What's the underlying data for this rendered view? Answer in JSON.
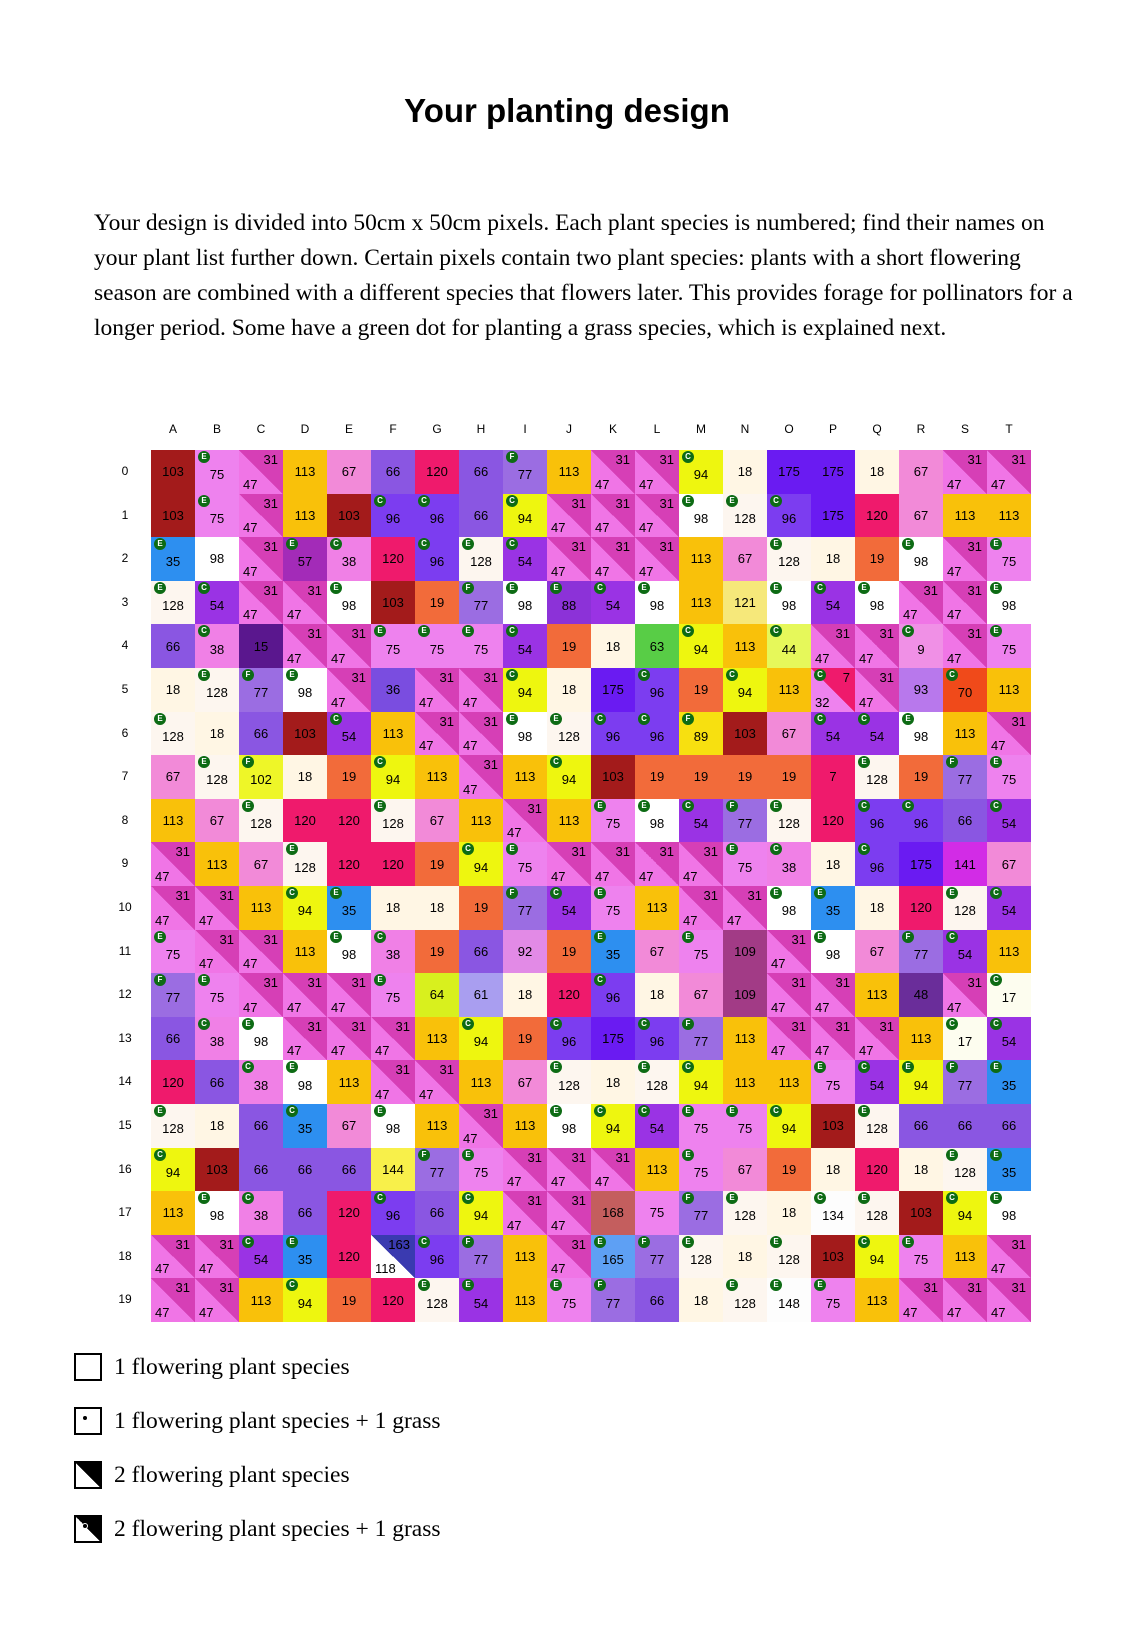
{
  "title": "Your planting design",
  "intro": "Your design is divided into 50cm x 50cm pixels. Each plant species is numbered; find their names on your plant list further down. Certain pixels contain two plant species: plants with a short flowering season are combined with a different species that flowers later. This provides forage for pollinators for a longer period. Some have a green dot for planting a grass species, which is explained next.",
  "grid": {
    "columns": [
      "A",
      "B",
      "C",
      "D",
      "E",
      "F",
      "G",
      "H",
      "I",
      "J",
      "K",
      "L",
      "M",
      "N",
      "O",
      "P",
      "Q",
      "R",
      "S",
      "T"
    ],
    "rows": [
      "0",
      "1",
      "2",
      "3",
      "4",
      "5",
      "6",
      "7",
      "8",
      "9",
      "10",
      "11",
      "12",
      "13",
      "14",
      "15",
      "16",
      "17",
      "18",
      "19"
    ],
    "cells": [
      [
        "103",
        "E 75",
        "31/47",
        "113",
        "67",
        "66",
        "120",
        "66",
        "F 77",
        "113",
        "31/47",
        "31/47",
        "C 94",
        "18",
        "175",
        "175",
        "18",
        "67",
        "31/47",
        "31/47"
      ],
      [
        "103",
        "E 75",
        "31/47",
        "113",
        "103",
        "C 96",
        "C 96",
        "66",
        "C 94",
        "31/47",
        "31/47",
        "31/47",
        "E 98",
        "E 128",
        "C 96",
        "175",
        "120",
        "67",
        "113",
        "113"
      ],
      [
        "E 35",
        "98",
        "31/47",
        "E 57",
        "C 38",
        "120",
        "C 96",
        "E 128",
        "C 54",
        "31/47",
        "31/47",
        "31/47",
        "113",
        "67",
        "E 128",
        "18",
        "19",
        "E 98",
        "31/47",
        "E 75"
      ],
      [
        "E 128",
        "C 54",
        "31/47",
        "31/47",
        "E 98",
        "103",
        "19",
        "F 77",
        "E 98",
        "E 88",
        "C 54",
        "E 98",
        "113",
        "121",
        "E 98",
        "C 54",
        "E 98",
        "31/47",
        "31/47",
        "E 98"
      ],
      [
        "66",
        "C 38",
        "15",
        "31/47",
        "31/47",
        "E 75",
        "E 75",
        "E 75",
        "C 54",
        "19",
        "18",
        "63",
        "C 94",
        "113",
        "C 44",
        "31/47",
        "31/47",
        "C 9",
        "31/47",
        "E 75"
      ],
      [
        "18",
        "E 128",
        "F 77",
        "E 98",
        "31/47",
        "36",
        "31/47",
        "31/47",
        "C 94",
        "18",
        "175",
        "C 96",
        "19",
        "C 94",
        "113",
        "C 7/32",
        "31/47",
        "93",
        "C 70",
        "113"
      ],
      [
        "E 128",
        "18",
        "66",
        "103",
        "C 54",
        "113",
        "31/47",
        "31/47",
        "E 98",
        "E 128",
        "C 96",
        "C 96",
        "F 89",
        "103",
        "67",
        "C 54",
        "C 54",
        "E 98",
        "113",
        "31/47"
      ],
      [
        "67",
        "E 128",
        "F 102",
        "18",
        "19",
        "C 94",
        "113",
        "31/47",
        "113",
        "C 94",
        "103",
        "19",
        "19",
        "19",
        "19",
        "7",
        "E 128",
        "19",
        "F 77",
        "E 75"
      ],
      [
        "113",
        "67",
        "E 128",
        "120",
        "120",
        "E 128",
        "67",
        "113",
        "31/47",
        "113",
        "E 75",
        "E 98",
        "C 54",
        "F 77",
        "E 128",
        "120",
        "C 96",
        "C 96",
        "66",
        "C 54"
      ],
      [
        "31/47",
        "113",
        "67",
        "E 128",
        "120",
        "120",
        "19",
        "C 94",
        "E 75",
        "31/47",
        "31/47",
        "31/47",
        "31/47",
        "E 75",
        "C 38",
        "18",
        "C 96",
        "175",
        "141",
        "67"
      ],
      [
        "31/47",
        "31/47",
        "113",
        "C 94",
        "E 35",
        "18",
        "18",
        "19",
        "F 77",
        "C 54",
        "E 75",
        "113",
        "31/47",
        "31/47",
        "E 98",
        "E 35",
        "18",
        "120",
        "E 128",
        "C 54"
      ],
      [
        "E 75",
        "31/47",
        "31/47",
        "113",
        "E 98",
        "C 38",
        "19",
        "66",
        "92",
        "19",
        "E 35",
        "67",
        "E 75",
        "109",
        "31/47",
        "E 98",
        "67",
        "F 77",
        "C 54",
        "113"
      ],
      [
        "F 77",
        "E 75",
        "31/47",
        "31/47",
        "31/47",
        "E 75",
        "64",
        "61",
        "18",
        "120",
        "C 96",
        "18",
        "67",
        "109",
        "31/47",
        "31/47",
        "113",
        "48",
        "31/47",
        "C 17"
      ],
      [
        "66",
        "C 38",
        "E 98",
        "31/47",
        "31/47",
        "31/47",
        "113",
        "C 94",
        "19",
        "C 96",
        "175",
        "C 96",
        "F 77",
        "113",
        "31/47",
        "31/47",
        "31/47",
        "113",
        "C 17",
        "C 54"
      ],
      [
        "120",
        "66",
        "C 38",
        "E 98",
        "113",
        "31/47",
        "31/47",
        "113",
        "67",
        "E 128",
        "18",
        "E 128",
        "C 94",
        "113",
        "113",
        "E 75",
        "C 54",
        "E 94",
        "F 77",
        "E 35"
      ],
      [
        "E 128",
        "18",
        "66",
        "C 35",
        "67",
        "E 98",
        "113",
        "31/47",
        "113",
        "E 98",
        "C 94",
        "C 54",
        "E 75",
        "E 75",
        "C 94",
        "103",
        "E 128",
        "66",
        "66",
        "66"
      ],
      [
        "C 94",
        "103",
        "66",
        "66",
        "66",
        "144",
        "F 77",
        "E 75",
        "31/47",
        "31/47",
        "31/47",
        "113",
        "E 75",
        "67",
        "19",
        "18",
        "120",
        "18",
        "E 128",
        "E 35"
      ],
      [
        "113",
        "E 98",
        "C 38",
        "66",
        "120",
        "C 96",
        "66",
        "C 94",
        "31/47",
        "31/47",
        "168",
        "75",
        "F 77",
        "E 128",
        "18",
        "C 134",
        "E 128",
        "103",
        "C 94",
        "E 98"
      ],
      [
        "31/47",
        "31/47",
        "C 54",
        "E 35",
        "120",
        "163/118",
        "C 96",
        "F 77",
        "113",
        "31/47",
        "E 165",
        "F 77",
        "E 128",
        "18",
        "E 128",
        "103",
        "C 94",
        "E 75",
        "113",
        "31/47"
      ],
      [
        "31/47",
        "31/47",
        "113",
        "C 94",
        "19",
        "120",
        "E 128",
        "E 54",
        "113",
        "E 75",
        "F 77",
        "66",
        "18",
        "E 128",
        "E 148",
        "E 75",
        "113",
        "31/47",
        "31/47",
        "31/47"
      ]
    ],
    "species_colors": {
      "103": "#a31b1b",
      "75": "#ee82ee",
      "113": "#f9c10a",
      "67": "#f28ad8",
      "66": "#8a56e2",
      "120": "#ef1a6c",
      "77": "#9b6de2",
      "94": "#eef60f",
      "18": "#fff6e4",
      "175": "#6a1bf2",
      "96": "#7c3df0",
      "98": "#ffffff",
      "128": "#fdf6ef",
      "35": "#2d8ff0",
      "57": "#a32bb8",
      "38": "#f080e6",
      "54": "#9a33e4",
      "19": "#f26b3a",
      "88": "#8c32d8",
      "121": "#f6e87a",
      "15": "#5a178e",
      "63": "#58cd46",
      "44": "#e6f85a",
      "9": "#f090e6",
      "36": "#7a4de0",
      "70": "#f04a1a",
      "93": "#b878ec",
      "89": "#f7e010",
      "102": "#eef628",
      "7": "#ef1a6c",
      "141": "#d22ce6",
      "92": "#e28ae6",
      "109": "#a23b86",
      "64": "#d8f01e",
      "61": "#a99ef0",
      "48": "#6a2d9a",
      "17": "#fdfdef",
      "144": "#f8f04a",
      "168": "#c45e5e",
      "134": "#fdfdfd",
      "165": "#5ea0f4",
      "148": "#fdfdfd",
      "163": "#3a3ab0",
      "118": "#ffffff",
      "32": "#ee82ee",
      "31": "#d63fb6",
      "47": "#f075e6"
    }
  },
  "legend": [
    {
      "label": "1 flowering plant species",
      "icon": "empty-square-icon"
    },
    {
      "label": "1 flowering plant species + 1 grass",
      "icon": "square-with-dot-icon"
    },
    {
      "label": "2 flowering plant species",
      "icon": "diagonal-split-square-icon"
    },
    {
      "label": "2 flowering plant species + 1 grass",
      "icon": "diagonal-split-with-dot-icon"
    }
  ]
}
